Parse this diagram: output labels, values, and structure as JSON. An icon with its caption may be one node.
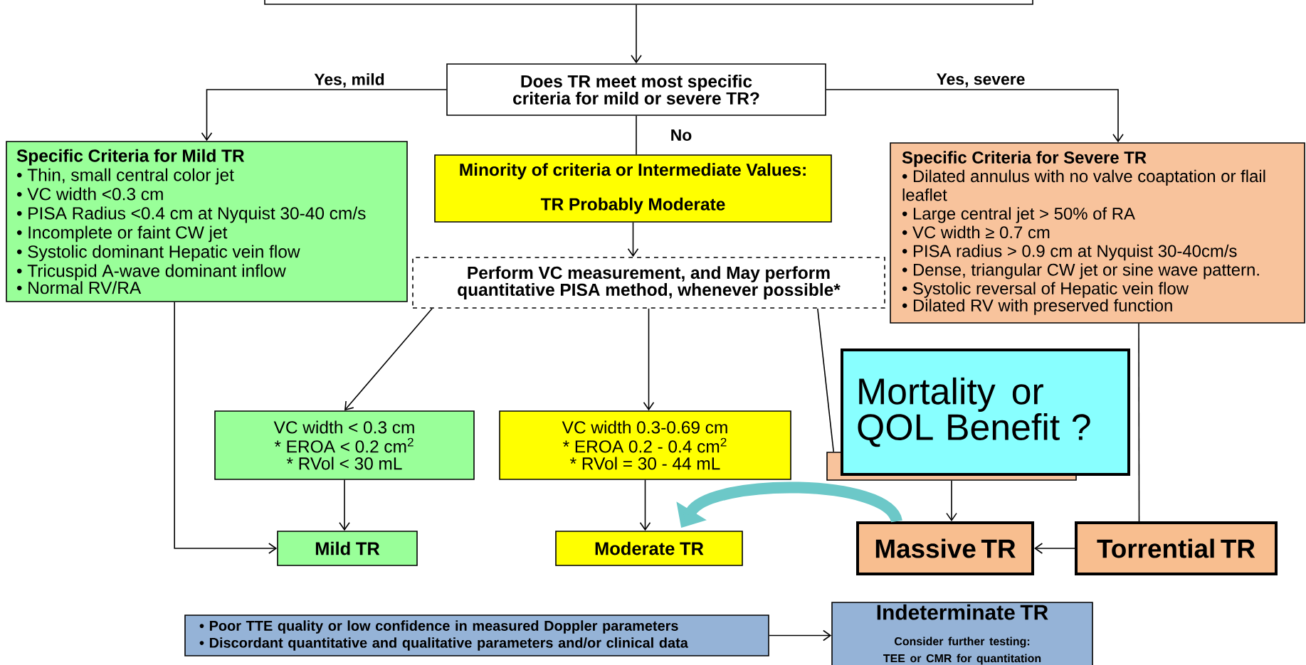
{
  "diagram": {
    "nodes": [
      {
        "text": [],
        "shape": "box"
      },
      {
        "text": [
          "Does TR  meet  most specific criteria for mild or severe TR?"
        ]
      },
      {
        "text": [
          "Specific Criteria for Mild TR",
          "• Thin, small central color jet",
          "• VC width <0.3 cm",
          "• PISA Radius <0.4 cm at Nyquist 30-40 cm/s",
          "• Incomplete or faint CW jet",
          "• Systolic dominant Hepatic vein flow",
          "• Tricuspid A-wave dominant inflow",
          "• Normal RV/RA"
        ]
      },
      {
        "text": [
          "Specific Criteria for Severe TR",
          "• Dilated annulus with no valve coaptation or flail leaflet",
          "• Large central jet > 50% of RA",
          "• VC width ≥ 0.7 cm",
          "• PISA radius > 0.9 cm at Nyquist 30-40cm/s",
          "• Dense, triangular CW jet or sine wave pattern.",
          "• Systolic reversal of Hepatic vein flow",
          "• Dilated RV with preserved function"
        ]
      },
      {
        "text": [
          "Minority of criteria or Intermediate Values:",
          "TR Probably Moderate"
        ]
      },
      {
        "text": [
          "Perform VC measurement, and May perform quantitative PISA method, whenever possible*"
        ]
      },
      {
        "text": [
          "VC width < 0.3 cm",
          "* EROA < 0.2 cm$^{2}$",
          "* RVol < 30 mL"
        ]
      },
      {
        "text": [
          "VC width 0.3-0.69 cm",
          "* EROA 0.2 - 0.4 cm$^{2}$",
          "* RVol = 30 - 44 mL"
        ]
      },
      {
        "text": [],
        "shape": "box"
      },
      {
        "text": [
          "Mild TR"
        ]
      },
      {
        "text": [
          "Moderate TR"
        ]
      },
      {
        "text": [
          "Massive TR"
        ]
      },
      {
        "text": [
          "Torrential TR"
        ]
      },
      {
        "text": [
          "• Poor TTE quality or low confidence in measured Doppler parameters",
          "• Discordant quantitative and qualitative parameters and/or clinical data"
        ]
      },
      {
        "text": [
          "Indeterminate TR",
          "Consider further testing:",
          "TEE or CMR for quantitation"
        ]
      },
      {
        "text": [
          "Mortality or QOL Benefit ?"
        ]
      }
    ],
    "edges": [
      {
        "from": 0,
        "to": 1,
        "arrow": "to"
      },
      {
        "from": 1,
        "to": 2,
        "arrow": "to",
        "label": "Yes, mild"
      },
      {
        "from": 1,
        "to": 3,
        "arrow": "to",
        "label": "Yes, severe"
      },
      {
        "from": 1,
        "to": 4,
        "arrow": "none",
        "label": "No"
      },
      {
        "from": 4,
        "to": 5,
        "arrow": "to"
      },
      {
        "from": 5,
        "to": 6,
        "arrow": "to"
      },
      {
        "from": 5,
        "to": 7,
        "arrow": "to"
      },
      {
        "from": 5,
        "to": 8,
        "arrow": "none"
      },
      {
        "from": 6,
        "to": 9,
        "arrow": "to"
      },
      {
        "from": 7,
        "to": 10,
        "arrow": "to"
      },
      {
        "from": 2,
        "to": 9,
        "arrow": "to"
      },
      {
        "from": 8,
        "to": 11,
        "arrow": "to"
      },
      {
        "from": 3,
        "to": 12,
        "arrow": "none"
      },
      {
        "from": 12,
        "to": 11,
        "arrow": "to"
      },
      {
        "from": 13,
        "to": 14,
        "arrow": "to"
      },
      {
        "from": 11,
        "to": 10,
        "arrow": "to",
        "style": "thick",
        "color": "#6cc8c8"
      }
    ]
  }
}
